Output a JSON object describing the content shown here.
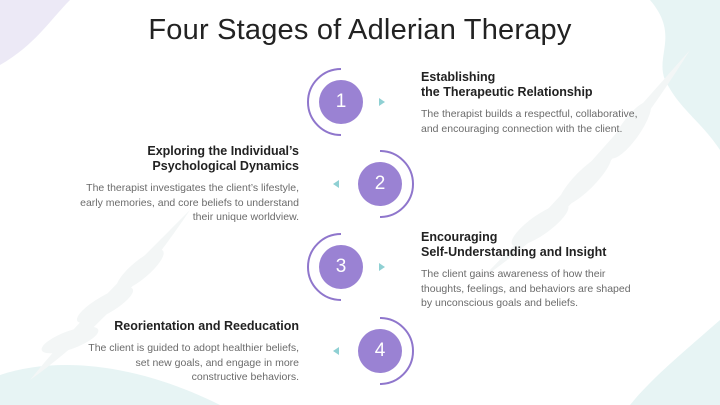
{
  "title": "Four Stages of Adlerian Therapy",
  "colors": {
    "circle": "#9a82d3",
    "arc": "#8f76cc",
    "arrow": "#8fd0d3",
    "heading": "#222222",
    "body_text": "#6b6b6b",
    "corner_teal": "#e7f4f4",
    "corner_lavender": "#ece9f6"
  },
  "stages": [
    {
      "number": "1",
      "heading": [
        "Establishing",
        "the Therapeutic Relationship"
      ],
      "body": [
        "The therapist builds a respectful, collaborative,",
        "and encouraging connection with the client."
      ]
    },
    {
      "number": "2",
      "heading": [
        "Exploring the Individual’s",
        "Psychological Dynamics"
      ],
      "body": [
        "The therapist investigates the client’s lifestyle,",
        "early memories, and core beliefs to understand",
        "their unique worldview."
      ]
    },
    {
      "number": "3",
      "heading": [
        "Encouraging",
        "Self-Understanding and Insight"
      ],
      "body": [
        "The client gains awareness of how their",
        "thoughts, feelings, and behaviors are shaped",
        "by unconscious goals and beliefs."
      ]
    },
    {
      "number": "4",
      "heading": [
        "Reorientation and Reeducation"
      ],
      "body": [
        "The client is guided to adopt healthier beliefs,",
        "set new goals, and engage in more",
        "constructive behaviors."
      ]
    }
  ]
}
